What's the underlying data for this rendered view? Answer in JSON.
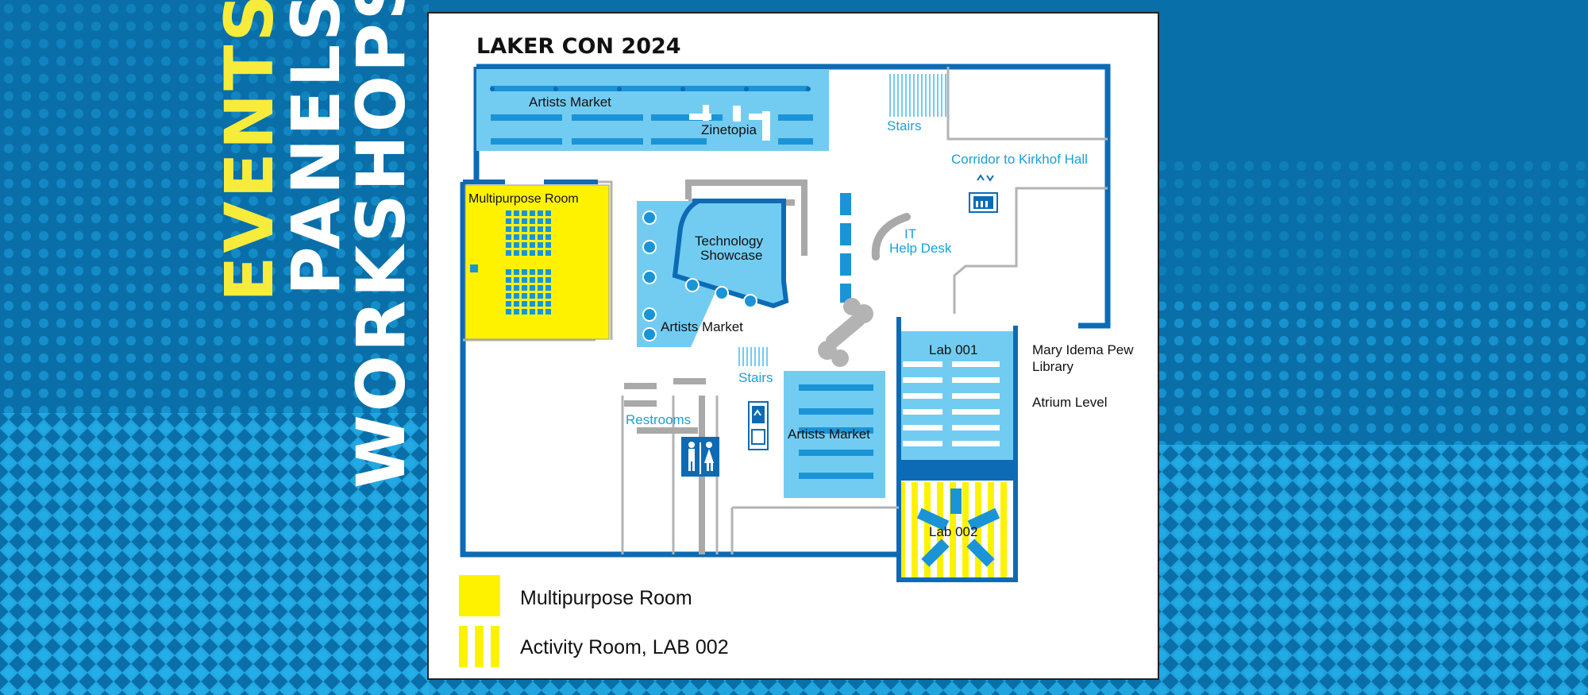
{
  "side_banner": {
    "events": "EVENTS",
    "panels": "PANELS",
    "workshops": "WORKSHOPS"
  },
  "map": {
    "title": "LAKER CON 2024",
    "labels": {
      "artists_market_top": "Artists Market",
      "zinetopia": "Zinetopia",
      "stairs_top": "Stairs",
      "corridor": "Corridor to Kirkhof Hall",
      "multipurpose_room": "Multipurpose Room",
      "technology_showcase_line1": "Technology",
      "technology_showcase_line2": "Showcase",
      "it_help_line1": "IT",
      "it_help_line2": "Help Desk",
      "artists_market_middle": "Artists Market",
      "stairs_middle": "Stairs",
      "restrooms": "Restrooms",
      "artists_market_bottom": "Artists Market",
      "lab_001": "Lab 001",
      "lab_002": "Lab 002",
      "library_line1": "Mary Idema Pew",
      "library_line2": "Library",
      "atrium_level": "Atrium Level"
    },
    "legend": [
      {
        "label": "Multipurpose Room",
        "color": "#fff200",
        "pattern": "solid"
      },
      {
        "label": "Activity Room, LAB 002",
        "color": "#fff200",
        "pattern": "stripes"
      }
    ]
  },
  "colors": {
    "background": "#0a6fa8",
    "dot_dark": "#0b5d92",
    "dot_light": "#1aa8e6",
    "wall_blue": "#0d6bb5",
    "room_light_blue": "#72ccf2",
    "table_blue": "#1a94d6",
    "event_yellow": "#fff200",
    "banner_yellow": "#f7ec3b",
    "gray_wall": "#b3b3b3",
    "label_cyan": "#1aa0d8",
    "text_dark": "#111111"
  },
  "icons": [
    "elevator-icon",
    "restroom-icon",
    "dinosaur-bone-icon"
  ]
}
